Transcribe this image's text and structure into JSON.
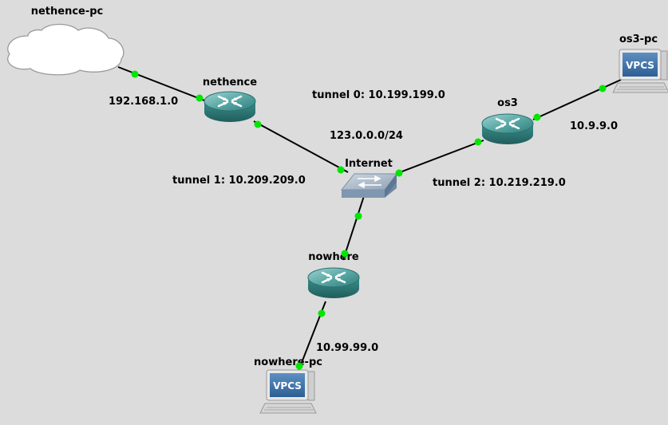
{
  "nodes": {
    "nethence_pc": {
      "label": "nethence-pc",
      "icon": "cloud-icon"
    },
    "nethence": {
      "label": "nethence",
      "icon": "router-icon"
    },
    "internet": {
      "label": "Internet",
      "icon": "switch-icon"
    },
    "os3": {
      "label": "os3",
      "icon": "router-icon"
    },
    "os3_pc": {
      "label": "os3-pc",
      "icon": "vpcs-computer-icon",
      "screen_text": "VPCS"
    },
    "nowhere": {
      "label": "nowhere",
      "icon": "router-icon"
    },
    "nowhere_pc": {
      "label": "nowhere-pc",
      "icon": "vpcs-computer-icon",
      "screen_text": "VPCS"
    }
  },
  "notes": {
    "net_nethence_pc": "192.168.1.0",
    "tunnel0": "tunnel 0: 10.199.199.0",
    "internet_net": "123.0.0.0/24",
    "tunnel1": "tunnel 1: 10.209.209.0",
    "tunnel2": "tunnel 2: 10.219.219.0",
    "net_os3_pc": "10.9.9.0",
    "net_nowhere_pc": "10.99.99.0"
  },
  "colors": {
    "background": "#dcdcdc",
    "port_active": "#00e600",
    "link": "#000000",
    "router_teal": "#3a8e8c",
    "cloud_fill": "#ffffff"
  }
}
